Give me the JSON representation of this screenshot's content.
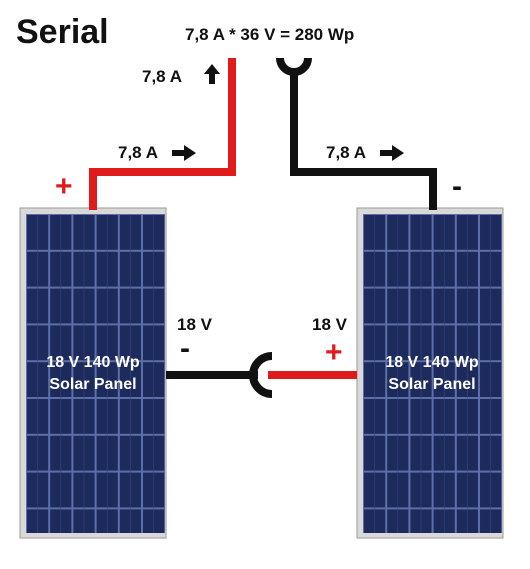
{
  "title": "Serial",
  "equation": "7,8 A * 36 V = 280 Wp",
  "current_labels": {
    "vertical": "7,8 A",
    "top_left": "7,8 A",
    "top_right": "7,8 A"
  },
  "terminal_signs": {
    "left_panel_top": "+",
    "right_panel_top": "-",
    "middle_left": "-",
    "middle_right": "+"
  },
  "voltage_labels": {
    "left": "18 V",
    "right": "18 V"
  },
  "panels": [
    {
      "line1": "18 V 140 Wp",
      "line2": "Solar Panel"
    },
    {
      "line1": "18 V 140 Wp",
      "line2": "Solar Panel"
    }
  ],
  "colors": {
    "wire_positive": "#e01b1b",
    "wire_negative": "#111111",
    "panel_cell": "#1d2a5c",
    "panel_frame": "#d9d9d9"
  }
}
